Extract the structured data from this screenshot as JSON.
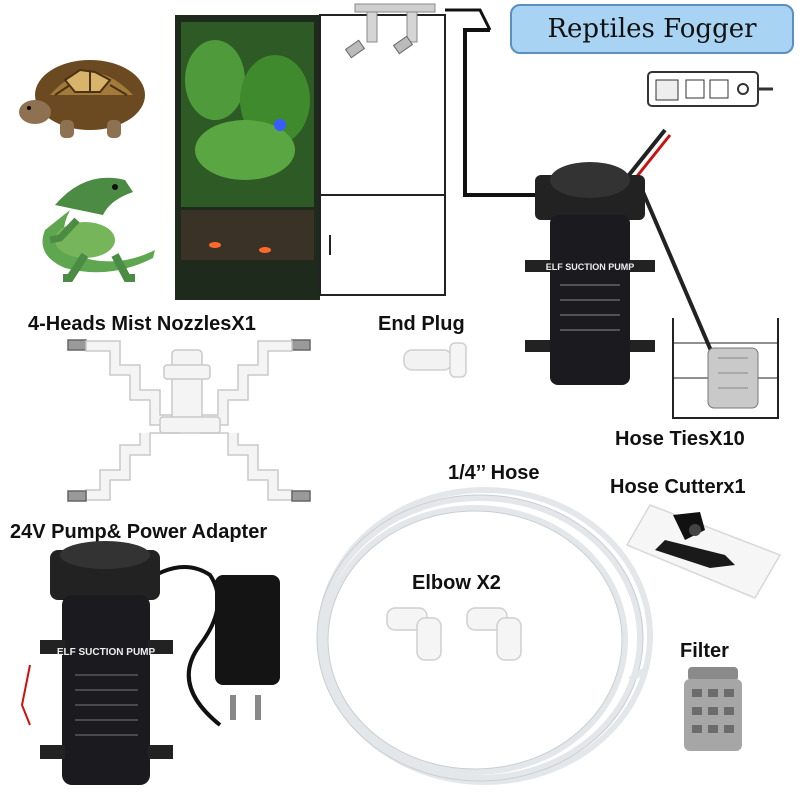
{
  "title": "Reptiles Fogger",
  "labels": {
    "nozzles": "4-Heads Mist NozzlesX1",
    "end_plug": "End Plug",
    "hose_ties": "Hose TiesX10",
    "hose": "1/4’’ Hose",
    "hose_cutter": "Hose Cutterx1",
    "pump_adapter": "24V Pump& Power Adapter",
    "elbow": "Elbow X2",
    "filter": "Filter"
  },
  "pump_label": "ELF SUCTION PUMP",
  "colors": {
    "title_bg": "#a9d3f2",
    "pump_body": "#1b1b1f",
    "fitting_white": "#f2f2f2",
    "hose_white": "#e9ecef",
    "terrarium_green": "#3f7a2a"
  }
}
